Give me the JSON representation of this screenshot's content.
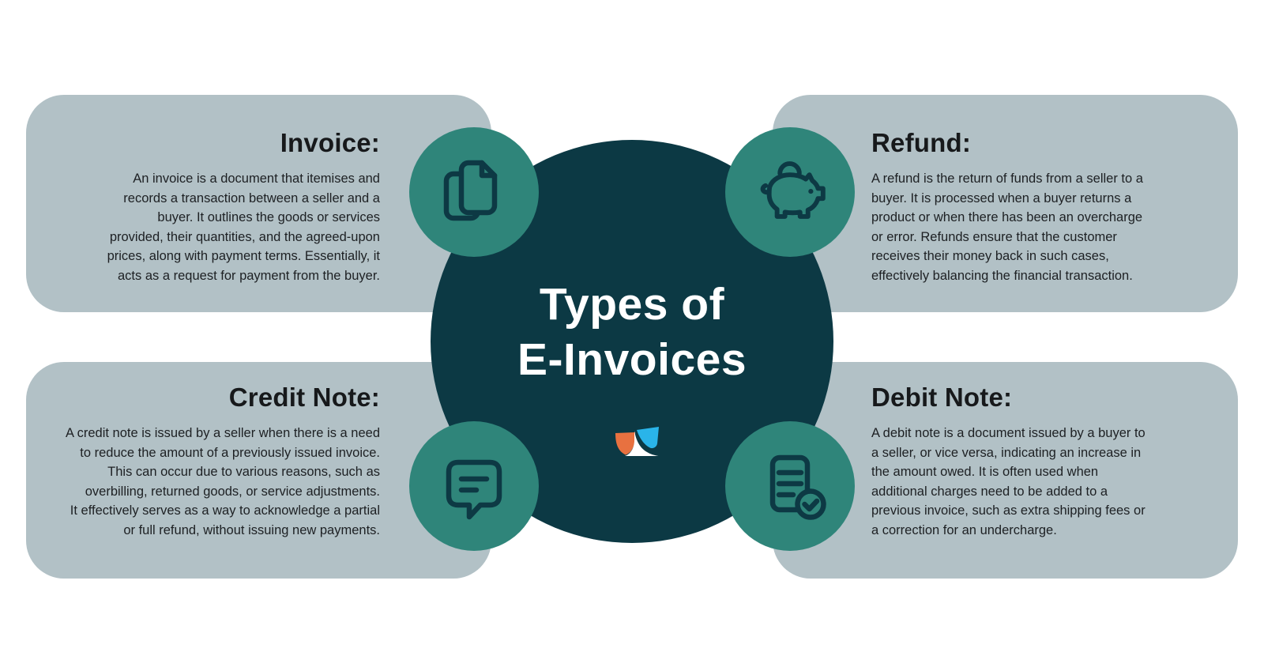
{
  "infographic": {
    "title_line1": "Types of",
    "title_line2": "E-Invoices"
  },
  "sections": {
    "invoice": {
      "heading": "Invoice:",
      "body": "An invoice is a document that itemises and\nrecords a transaction between a seller and a\nbuyer. It outlines the goods or services\nprovided, their quantities, and the agreed-upon\nprices, along with payment terms. Essentially, it\nacts as a request for payment from the buyer."
    },
    "refund": {
      "heading": "Refund:",
      "body": "A refund is the return of funds from a seller to a\nbuyer. It is processed when a buyer returns a\nproduct or when there has been an overcharge\nor error. Refunds ensure that the customer\nreceives their money back in such cases,\neffectively balancing the financial transaction."
    },
    "credit_note": {
      "heading": "Credit Note:",
      "body": "A credit note is issued by a seller when there is a need\nto reduce the amount of a previously issued invoice.\nThis can occur due to various reasons, such as\noverbilling, returned goods, or service adjustments.\nIt effectively serves as a way to acknowledge a partial\nor full refund, without issuing new payments."
    },
    "debit_note": {
      "heading": "Debit Note:",
      "body": "A debit note is a document issued by a buyer to\na seller, or vice versa, indicating an increase in\nthe amount owed. It is often used when\nadditional charges need to be added to a\nprevious invoice, such as extra shipping fees or\na correction for an undercharge."
    }
  },
  "icons": {
    "invoice": "documents-copy-icon",
    "refund": "piggy-bank-icon",
    "credit_note": "chat-bubble-icon",
    "debit_note": "document-check-icon",
    "center_logo": "brand-logo"
  },
  "colors": {
    "background": "#ffffff",
    "card": "#b2c1c6",
    "center_circle": "#0c3944",
    "icon_circle": "#2f857a",
    "icon_stroke": "#0d3944",
    "heading_text": "#17191b",
    "body_text": "#1d2023",
    "title_text": "#ffffff",
    "logo_orange": "#e87140",
    "logo_blue": "#2ab4e9"
  }
}
